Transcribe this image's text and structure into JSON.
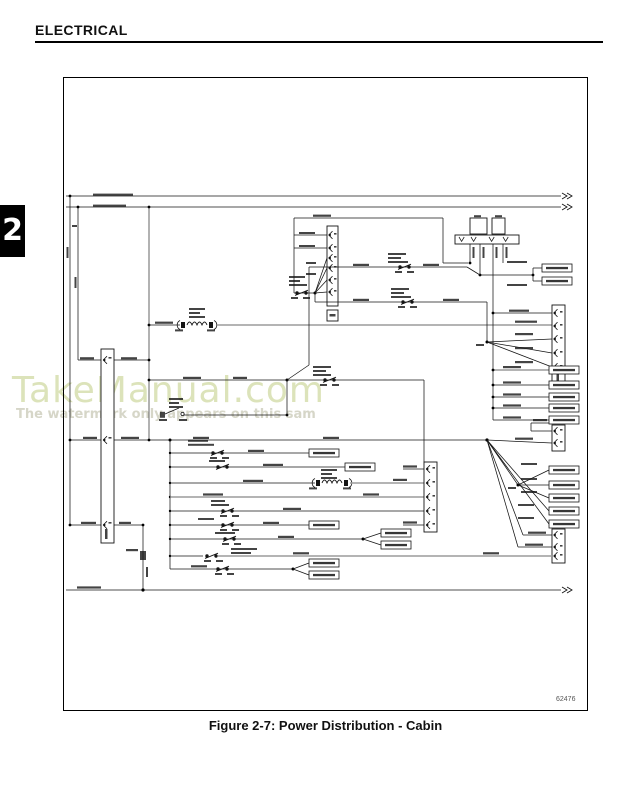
{
  "page": {
    "header_title": "ELECTRICAL",
    "chapter_tab": "2",
    "corner_number": "62476",
    "caption": "Figure 2-7: Power Distribution - Cabin"
  },
  "watermark": {
    "title": "TakeManual.com",
    "subtitle": "The watermark only appears on this sam"
  },
  "diagram": {
    "colors": {
      "line": "#141414",
      "gray_wire": "#9b9b9b",
      "watermark_title": "#dce3ba",
      "watermark_subtitle": "#d6d6c8",
      "tab_background": "#000000",
      "tab_text": "#ffffff"
    }
  }
}
